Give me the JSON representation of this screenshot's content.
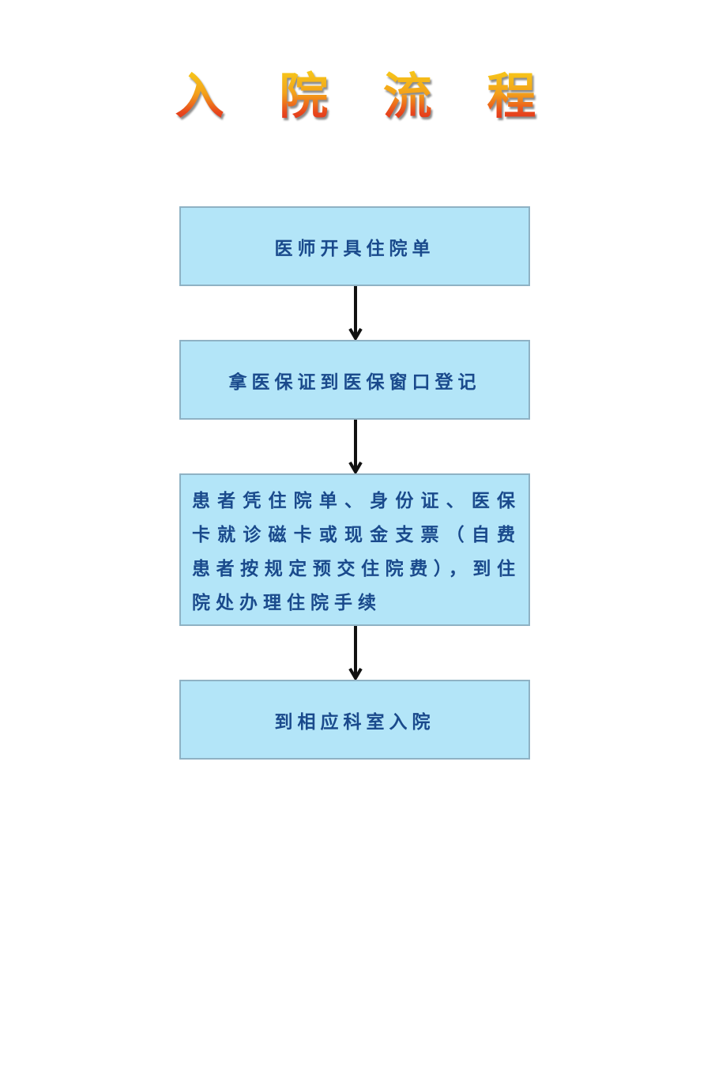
{
  "title": "入 院 流 程",
  "steps": [
    "医师开具住院单",
    "拿医保证到医保窗口登记",
    "患者凭住院单、身份证、医保卡就诊磁卡或现金支票（自费患者按规定预交住院费），到住院处办理住院手续",
    "到相应科室入院"
  ],
  "colors": {
    "box_fill": "#b3e5f8",
    "box_border": "#8fb2c4",
    "box_text": "#1a4a8c",
    "arrow": "#111111",
    "title_gradient": [
      "#f7d21a",
      "#f3a21a",
      "#e8481c",
      "#d9241c"
    ]
  }
}
